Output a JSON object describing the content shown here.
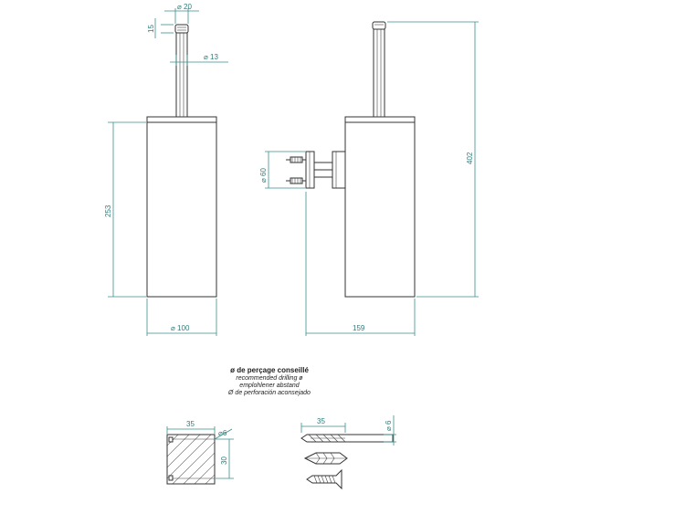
{
  "dimensions": {
    "knob_diameter": "20",
    "knob_height": "15",
    "rod_diameter": "13",
    "body_height": "253",
    "body_diameter": "100",
    "bracket_diameter": "60",
    "total_height": "402",
    "wall_projection": "159",
    "spacing_width": "35",
    "hole_diameter_left": "6",
    "hole_spacing": "30",
    "drill_depth": "35",
    "drill_diameter": "6"
  },
  "note": {
    "title": "ø de perçage conseillé",
    "line_en": "recommended drilling ø",
    "line_de": "emplohlener abstand",
    "line_es": "Ø de perforación aconsejado"
  },
  "colors": {
    "dimension": "#3a8f8c",
    "outline": "#333333"
  }
}
